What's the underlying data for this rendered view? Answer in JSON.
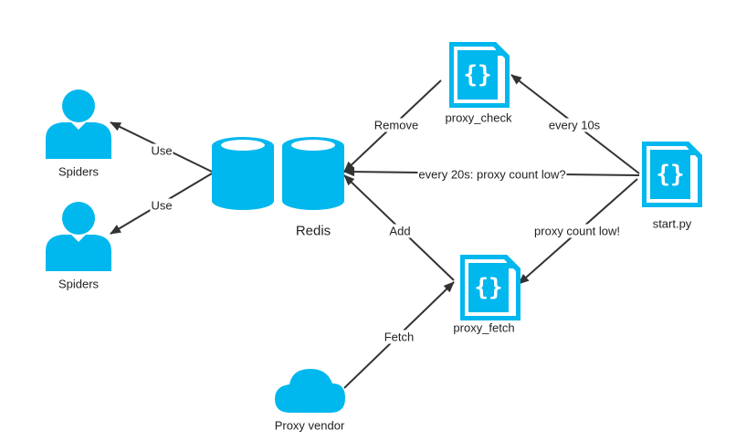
{
  "nodes": {
    "spiders_top": {
      "label": "Spiders"
    },
    "spiders_bottom": {
      "label": "Spiders"
    },
    "redis": {
      "label": "Redis"
    },
    "proxy_check": {
      "label": "proxy_check"
    },
    "proxy_fetch": {
      "label": "proxy_fetch"
    },
    "start_py": {
      "label": "start.py"
    },
    "proxy_vendor": {
      "label": "Proxy vendor"
    }
  },
  "edges": {
    "use_top": {
      "label": "Use"
    },
    "use_bottom": {
      "label": "Use"
    },
    "remove": {
      "label": "Remove"
    },
    "every_10s": {
      "label": "every 10s"
    },
    "every_20s": {
      "label": "every 20s: proxy count low?"
    },
    "add": {
      "label": "Add"
    },
    "proxy_count_low": {
      "label": "proxy count low!"
    },
    "fetch": {
      "label": "Fetch"
    }
  },
  "colors": {
    "icon": "#00b7ee",
    "line": "#333333",
    "text": "#222222"
  },
  "icons": {
    "person": "person-icon",
    "database": "database-icon",
    "json_file": "json-file-icon",
    "cloud": "cloud-icon"
  }
}
